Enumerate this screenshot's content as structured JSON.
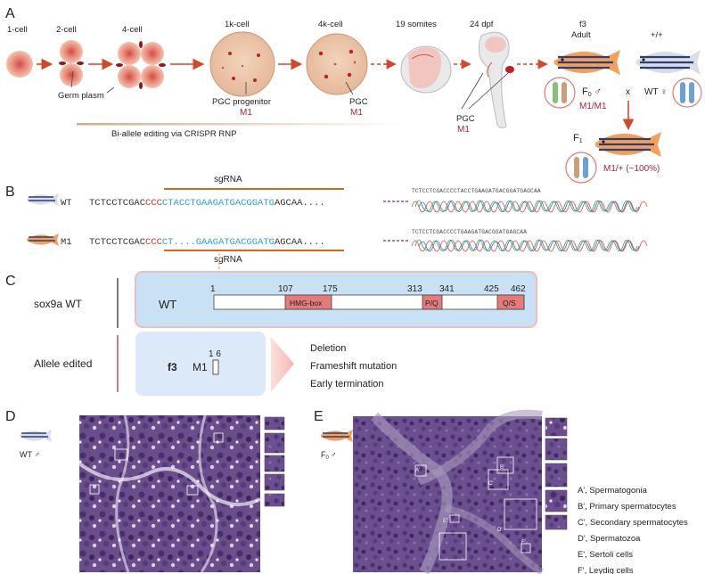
{
  "panels": {
    "a": "A",
    "b": "B",
    "c": "C",
    "d": "D",
    "e": "E"
  },
  "colors": {
    "accent": "#a1253c",
    "arrow": "#d0492b",
    "seq_blue": "#2d9fc8",
    "sgrna_bar": "#d2691e",
    "domain_fill": "#e47a7a",
    "box_blue": "#c9e1f4",
    "box_pink": "#f4b9b9"
  },
  "panel_a": {
    "stages": [
      "1-cell",
      "2-cell",
      "4-cell",
      "1k-cell",
      "4k-cell",
      "19 somites",
      "24 dpf"
    ],
    "germ_plasm": "Germ plasm",
    "pgc_progenitor": "PGC progenitor",
    "pgc": "PGC",
    "m1": "M1",
    "editing_label": "Bi-allele editing via CRISPR RNP",
    "f3": "f3",
    "adult": "Adult",
    "wt_plus": "+/+",
    "f0": "F",
    "f0_sub": "0",
    "male": "♂",
    "cross": "x",
    "wt_female": "WT ♀",
    "genotype_f0": "M1/M1",
    "f1": "F",
    "f1_sub": "1",
    "genotype_f1": "M1/+ (~100%)"
  },
  "panel_b": {
    "wt_label": "WT",
    "m1_label": "M1",
    "sgrna": "sgRNA",
    "wt_seq_black1": "TCTCCTCGAC",
    "wt_seq_red": "CCC",
    "wt_seq_blue": "CTACCTGAAGATGACGGATG",
    "wt_seq_black2": "AGCAA....",
    "m1_seq_black1": "TCTCCTCGAC",
    "m1_seq_red": "CCC",
    "m1_seq_blue1": "CT....",
    "m1_seq_blue2": "GAAGATGACGGATG",
    "m1_seq_black2": "AGCAA....",
    "chrom_wt": "TCTCCTCGACCCCTACCTGAAGATGACGGATGAGCAA",
    "chrom_m1": "TCTCCTCGACCCCTGAAGATGACGGATGAGCAA"
  },
  "panel_c": {
    "gene": "sox9a WT",
    "wt_label": "WT",
    "positions": [
      "1",
      "107",
      "175",
      "313",
      "341",
      "425",
      "462"
    ],
    "domains": [
      "HMG-box",
      "P/Q",
      "Q/S"
    ],
    "allele_label": "Allele edited",
    "f3": "f3",
    "m1": "M1",
    "m1_positions": "1  6",
    "effects": [
      "Deletion",
      "Frameshift mutation",
      "Early termination"
    ]
  },
  "panel_d": {
    "label": "WT ♂"
  },
  "panel_e": {
    "label": "F",
    "label_sub": "0",
    "label_sex": "♂",
    "legend": [
      "A', Spermatogonia",
      "B', Primary spermatocytes",
      "C', Secondary spermatocytes",
      "D', Spermatozoa",
      "E', Sertoli cells",
      "F', Leydig cells"
    ],
    "markers": [
      "A'",
      "B'",
      "C'",
      "D'",
      "E'",
      "F'"
    ]
  }
}
